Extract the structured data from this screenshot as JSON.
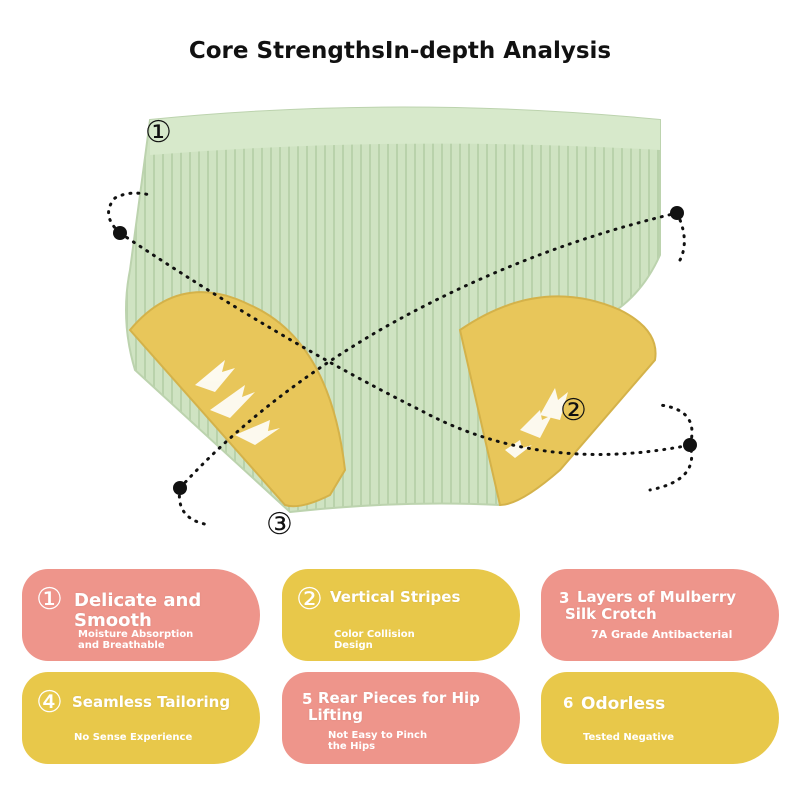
{
  "title": "Core StrengthsIn-depth Analysis",
  "markers": [
    "①",
    "②",
    "③"
  ],
  "colors": {
    "pink": "#ee958b",
    "yellow": "#e8c84a",
    "fabric_green": "#cfe3c2",
    "crotch_yellow": "#e8c65a"
  },
  "features": [
    {
      "num": "①",
      "head": "Delicate and Smooth",
      "sub": "Moisture Absorption and Breathable"
    },
    {
      "num": "②",
      "head": "Vertical Stripes",
      "sub": "Color Collision Design"
    },
    {
      "num": "3",
      "head": "Layers of Mulberry Silk Crotch",
      "sub": "7A Grade Antibacterial"
    },
    {
      "num": "④",
      "head": "Seamless Tailoring",
      "sub": "No Sense Experience"
    },
    {
      "num": "5",
      "head": "Rear Pieces for Hip Lifting",
      "sub": "Not Easy to Pinch the Hips"
    },
    {
      "num": "6",
      "head": "Odorless",
      "sub": "Tested Negative"
    }
  ]
}
